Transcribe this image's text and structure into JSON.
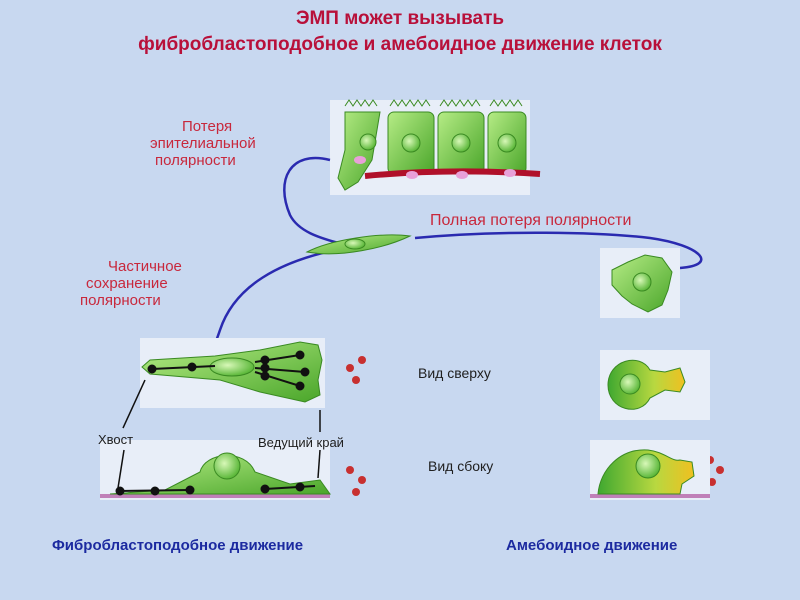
{
  "title": {
    "line1": "ЭМП может вызывать",
    "line2": "фибробластоподобное и амебоидное движение клеток"
  },
  "labels": {
    "polarity_loss_1": "Потеря",
    "polarity_loss_2": "эпителиальной",
    "polarity_loss_3": "полярности",
    "full_loss": "Полная потеря полярности",
    "partial_1": "Частичное",
    "partial_2": "сохранение",
    "partial_3": "полярности",
    "top_view": "Вид сверху",
    "side_view": "Вид сбоку",
    "tail": "Хвост",
    "leading_edge": "Ведущий край"
  },
  "bottom": {
    "fibroblast": "Фибробластоподобное движение",
    "amoeboid": "Амебоидное движение"
  },
  "colors": {
    "title": "#b8103a",
    "label": "#c8283c",
    "bottom": "#1c2aa0",
    "cell": "#7ccc4a",
    "connector": "#2a2ab0"
  }
}
